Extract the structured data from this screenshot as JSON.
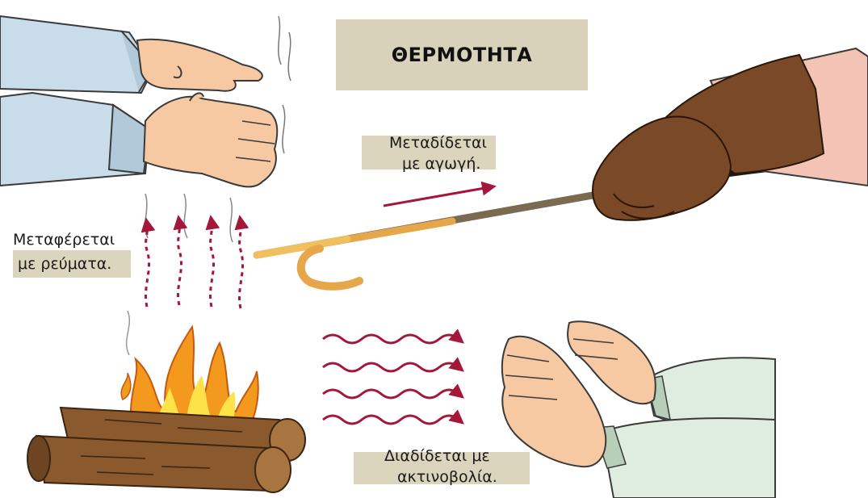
{
  "title": "ΘΕΡΜΟΤΗΤΑ",
  "labels": {
    "conduction": {
      "line1": "Μεταδίδεται",
      "line2": "με αγωγή."
    },
    "convection": {
      "line1": "Μεταφέρεται",
      "line2": "με ρεύματα."
    },
    "radiation": {
      "line1": "Διαδίδεται με",
      "line2": "ακτινοβολία."
    }
  },
  "colors": {
    "label_bg": "#dcd5bd",
    "arrow": "#a3173a",
    "flame_outer": "#f39a1e",
    "flame_inner": "#fde24a",
    "wood": "#8a5a2e",
    "glove": "#7a4a28",
    "skin": "#f7c9a3"
  }
}
